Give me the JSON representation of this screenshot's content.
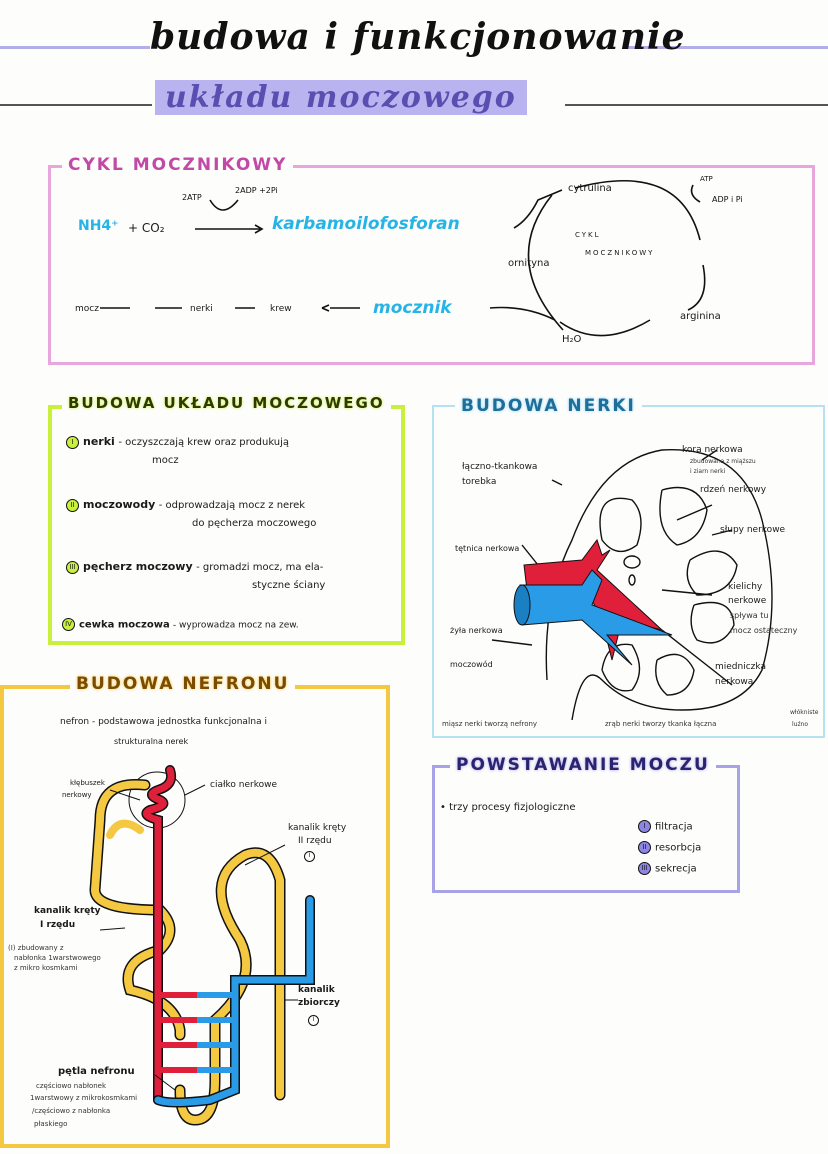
{
  "title": {
    "line1": "budowa i funkcjonowanie",
    "line2": "układu moczowego"
  },
  "colors": {
    "pink": "#e59bd6",
    "lime": "#c7f33a",
    "lightblue": "#a9dcef",
    "yellow": "#f5c842",
    "purple": "#9c96e0",
    "red": "#e0203a",
    "blue": "#2a9be6"
  },
  "cykl": {
    "header": "CYKL MOCZNIKOWY",
    "nh4": "NH4⁺",
    "plus_co2": "+ CO₂",
    "atp_in": "2ATP",
    "adp_out": "2ADP +2Pi",
    "karbamoilofosforan": "karbamoilofosforan",
    "cytrulina": "cytrulina",
    "ornityna": "ornityna",
    "arginina": "arginina",
    "h2o": "H₂O",
    "cycle_center_1": "CYKL",
    "cycle_center_2": "MOCZNIKOWY",
    "atp": "ATP",
    "adp_pi": "ADP i Pi",
    "mocznik": "mocznik",
    "krew": "krew",
    "nerki": "nerki",
    "mocz": "mocz"
  },
  "uklad": {
    "header": "BUDOWA UKŁADU MOCZOWEGO",
    "items": [
      {
        "num": "I",
        "term": "nerki",
        "desc1": "- oczyszczają krew oraz produkują",
        "desc2": "mocz"
      },
      {
        "num": "II",
        "term": "moczowody",
        "desc1": "- odprowadzają mocz z nerek",
        "desc2": "do pęcherza moczowego"
      },
      {
        "num": "III",
        "term": "pęcherz moczowy",
        "desc1": "- gromadzi mocz, ma ela-",
        "desc2": "styczne ściany"
      },
      {
        "num": "IV",
        "term": "cewka moczowa",
        "desc1": "- wyprowadza mocz na zew.",
        "desc2": ""
      }
    ]
  },
  "nerka": {
    "header": "BUDOWA NERKI",
    "labels": {
      "torebka1": "łączno-tkankowa",
      "torebka2": "torebka",
      "kora": "kora nerkowa",
      "kora_note1": "zbudowana z miąższu",
      "kora_note2": "i ziarn nerki",
      "rdzen": "rdzeń nerkowy",
      "slupy": "słupy nerkowe",
      "tetnica": "tętnica nerkowa",
      "zyla": "żyła nerkowa",
      "kielichy1": "kielichy",
      "kielichy2": "nerkowe",
      "kielichy_note1": "spływa tu",
      "kielichy_note2": "mocz ostateczny",
      "moczowod": "moczowód",
      "miedniczka1": "miedniczka",
      "miedniczka2": "nerkowa"
    },
    "footer_left": "miąsz nerki tworzą nefrony",
    "footer_right": "zrąb nerki tworzy tkanka łączna",
    "footer_right_extra1": "włókniste",
    "footer_right_extra2": "luźno"
  },
  "nefron": {
    "header": "BUDOWA NEFRONU",
    "definition1": "nefron - podstawowa jednostka funkcjonalna i",
    "definition2": "strukturalna nerek",
    "labels": {
      "klebuszek1": "kłębuszek",
      "klebuszek2": "nerkowy",
      "cialko": "ciałko nerkowe",
      "kanalik2_1": "kanalik kręty",
      "kanalik2_2": "II rzędu",
      "kanalik2_num": "I",
      "kanalik1_1": "kanalik kręty",
      "kanalik1_2": "I rzędu",
      "kanalik1_note1": "(I) zbudowany z",
      "kanalik1_note2": "nabłonka 1warstwowego",
      "kanalik1_note3": "z mikro kosmkami",
      "zbiorczy1": "kanalik",
      "zbiorczy2": "zbiorczy",
      "zbiorczy_num": "I",
      "petla": "pętla nefronu",
      "petla_note1": "częściowo nabłonek",
      "petla_note2": "1warstwowy z mikrokosmkami",
      "petla_note3": "/częściowo z nabłonka",
      "petla_note4": "płaskiego"
    }
  },
  "mocz": {
    "header": "POWSTAWANIE MOCZU",
    "intro": "• trzy procesy fizjologiczne",
    "processes": [
      {
        "num": "I",
        "label": "filtracja"
      },
      {
        "num": "II",
        "label": "resorbcja"
      },
      {
        "num": "III",
        "label": "sekrecja"
      }
    ]
  }
}
